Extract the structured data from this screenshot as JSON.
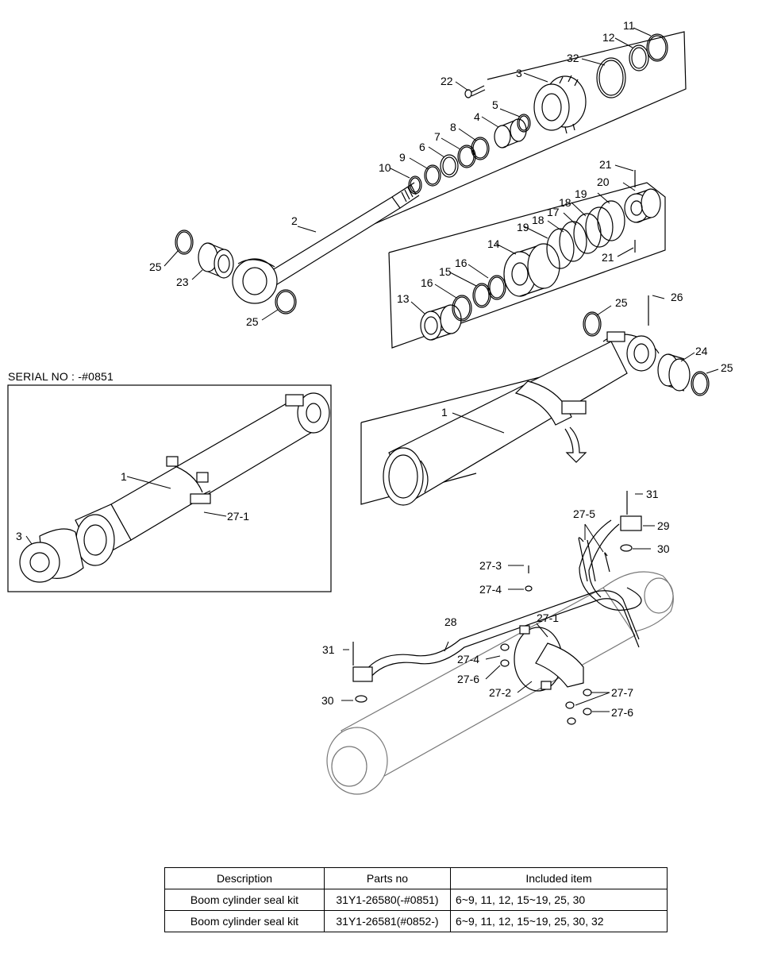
{
  "serial_note": "SERIAL NO : -#0851",
  "callouts": {
    "c1a": "1",
    "c1b": "1",
    "c2": "2",
    "c3a": "3",
    "c3b": "3",
    "c4": "4",
    "c5": "5",
    "c6": "6",
    "c7": "7",
    "c8": "8",
    "c9": "9",
    "c10": "10",
    "c11": "11",
    "c12": "12",
    "c13": "13",
    "c14": "14",
    "c15": "15",
    "c16a": "16",
    "c16b": "16",
    "c17": "17",
    "c18a": "18",
    "c18b": "18",
    "c19a": "19",
    "c19b": "19",
    "c20": "20",
    "c21a": "21",
    "c21b": "21",
    "c22": "22",
    "c23": "23",
    "c24": "24",
    "c25a": "25",
    "c25b": "25",
    "c25c": "25",
    "c25d": "25",
    "c26": "26",
    "c27_1a": "27-1",
    "c27_1b": "27-1",
    "c27_2": "27-2",
    "c27_3": "27-3",
    "c27_4a": "27-4",
    "c27_4b": "27-4",
    "c27_5": "27-5",
    "c27_6a": "27-6",
    "c27_6b": "27-6",
    "c27_7": "27-7",
    "c28": "28",
    "c29": "29",
    "c30a": "30",
    "c30b": "30",
    "c31a": "31",
    "c31b": "31",
    "c32": "32"
  },
  "kit_table": {
    "headers": [
      "Description",
      "Parts no",
      "Included item"
    ],
    "rows": [
      {
        "description": "Boom cylinder seal kit",
        "parts_no": "31Y1-26580(-#0851)",
        "included": "6~9, 11, 12, 15~19, 25, 30"
      },
      {
        "description": "Boom cylinder seal kit",
        "parts_no": "31Y1-26581(#0852-)",
        "included": "6~9, 11, 12, 15~19, 25, 30, 32"
      }
    ]
  }
}
